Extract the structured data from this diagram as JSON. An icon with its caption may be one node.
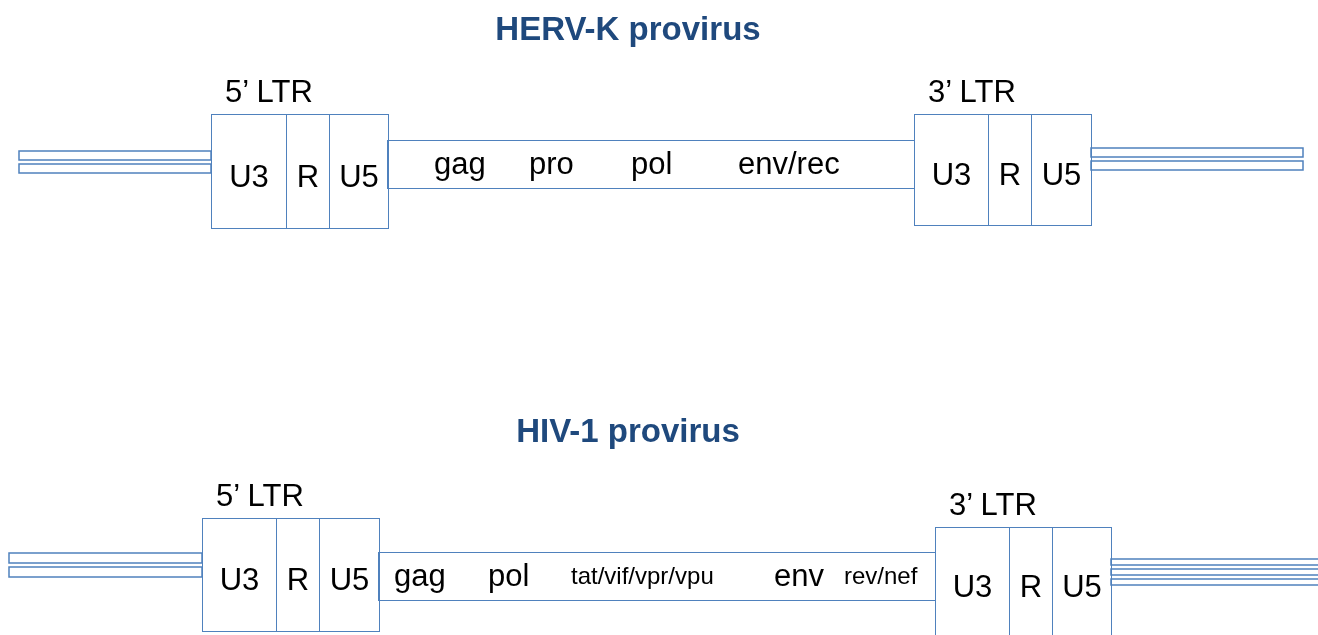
{
  "diagram": {
    "nodes": [
      {
        "text": [],
        "shape": "bar"
      },
      {
        "text": [
          "5’ LTR"
        ]
      },
      {
        "text": [
          "U3"
        ],
        "in": 1
      },
      {
        "text": [
          "R"
        ],
        "in": 1
      },
      {
        "text": [
          "U5"
        ],
        "in": 1
      },
      {
        "text": [
          "gag",
          "pro",
          "pol",
          "env/rec"
        ]
      },
      {
        "text": [
          "3’ LTR"
        ]
      },
      {
        "text": [
          "U3"
        ],
        "in": 6
      },
      {
        "text": [
          "R"
        ],
        "in": 6
      },
      {
        "text": [
          "U5"
        ],
        "in": 6
      },
      {
        "text": [],
        "shape": "bar"
      },
      {
        "text": [],
        "shape": "bar"
      },
      {
        "text": [
          "5’ LTR"
        ]
      },
      {
        "text": [
          "U3"
        ],
        "in": 12
      },
      {
        "text": [
          "R"
        ],
        "in": 12
      },
      {
        "text": [
          "U5"
        ],
        "in": 12
      },
      {
        "text": [
          "gag",
          "pol",
          "tat/vif/vpr/vpu",
          "env",
          "rev/nef"
        ]
      },
      {
        "text": [
          "3’ LTR"
        ]
      },
      {
        "text": [
          "U3"
        ],
        "in": 17
      },
      {
        "text": [
          "R"
        ],
        "in": 17
      },
      {
        "text": [
          "U5"
        ],
        "in": 17
      },
      {
        "text": [],
        "shape": "bar"
      }
    ],
    "edges": [],
    "labels": [
      "HERV-K provirus",
      "HIV-1 provirus"
    ]
  }
}
